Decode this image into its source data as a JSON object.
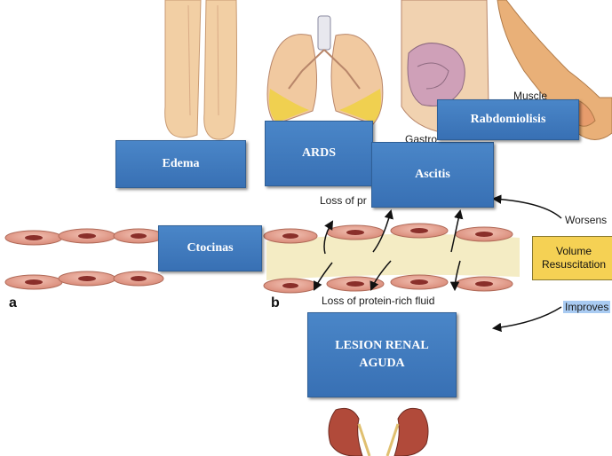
{
  "labels": {
    "edema": "Edema",
    "ards": "ARDS",
    "ascitis": "Ascitis",
    "rabdomiolisis": "Rabdomiolisis",
    "ctocinas": "Ctocinas",
    "lesion_renal": "LESION RENAL AGUDA"
  },
  "figure_text": {
    "muscle": "Muscle",
    "gastro": "Gastro",
    "loss_of_pr": "Loss of pr",
    "loss_protein_fluid": "Loss of protein-rich fluid",
    "worsens": "Worsens",
    "improves": "Improves",
    "volume": "Volume",
    "resuscitation": "Resuscitation",
    "panel_a": "a",
    "panel_b": "b"
  },
  "colors": {
    "label_blue": "#4a86c8",
    "volume_yellow": "#f5d154",
    "cell_pink": "#e8a898",
    "interstitium": "#f4ecc4"
  }
}
